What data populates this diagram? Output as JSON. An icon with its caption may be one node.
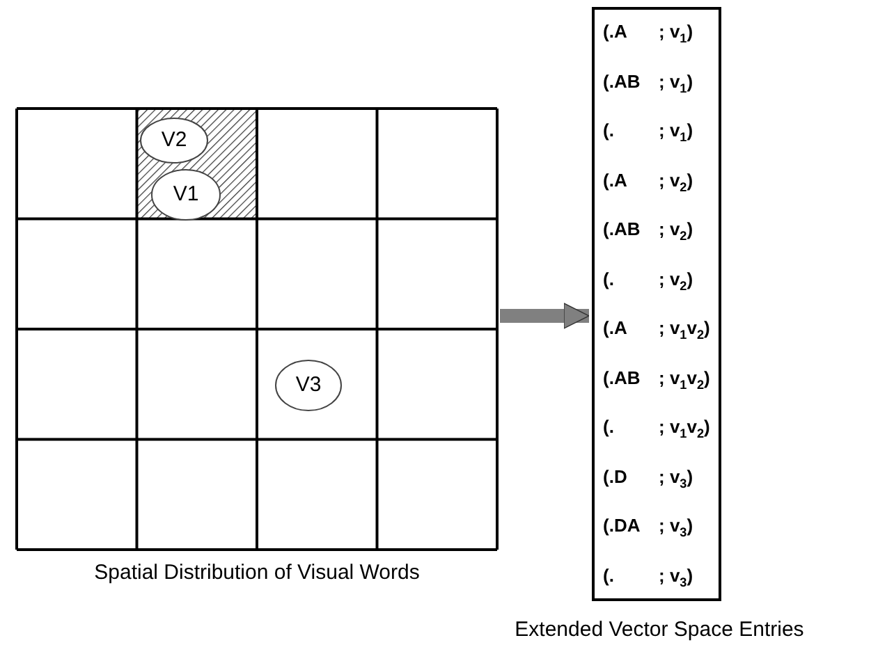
{
  "diagram": {
    "nodes": [
      {
        "text": [
          "Spatial Distribution of Visual Words"
        ]
      },
      {
        "text": [
          "V2"
        ],
        "in": 0
      },
      {
        "text": [
          "V1"
        ],
        "in": 0
      },
      {
        "text": [
          "V3"
        ],
        "in": 0
      },
      {
        "text": [
          "Extended Vector Space Entries",
          "(.A",
          "; v$_{1}$)",
          "(.AB",
          "; v$_{1}$)",
          "(.",
          "; v$_{1}$)",
          "(.A",
          "; v$_{2}$)",
          "(.AB",
          "; v$_{2}$)",
          "(.",
          "; v$_{2}$)",
          "(.A",
          "; v$_{1}$v$_{2}$)",
          "(.AB",
          "; v$_{1}$v$_{2}$)",
          "(.",
          "; v$_{1}$v$_{2}$)",
          "(.D",
          "; v$_{3}$)",
          "(.DA",
          "; v$_{3}$)",
          "(.",
          "; v$_{3}$)"
        ]
      }
    ],
    "edges": [
      {
        "from": 0,
        "to": 4,
        "arrow": "to",
        "color": "#808080"
      }
    ]
  }
}
